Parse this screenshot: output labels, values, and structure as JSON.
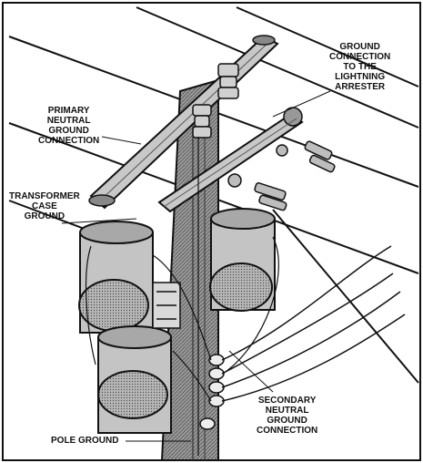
{
  "labels": {
    "ground_connection_lightning": [
      "GROUND",
      "CONNECTION",
      "TO THE",
      "LIGHTNING",
      "ARRESTER"
    ],
    "primary_neutral": [
      "PRIMARY",
      "NEUTRAL",
      "GROUND",
      "CONNECTION"
    ],
    "transformer_case": [
      "TRANSFORMER",
      "CASE",
      "GROUND"
    ],
    "secondary_neutral": [
      "SECONDARY",
      "NEUTRAL",
      "GROUND",
      "CONNECTION"
    ],
    "pole_ground": "POLE GROUND"
  },
  "colors": {
    "ink": "#111111",
    "shade": "#8a8a8a",
    "light": "#c8c8c8",
    "paper": "#ffffff"
  }
}
